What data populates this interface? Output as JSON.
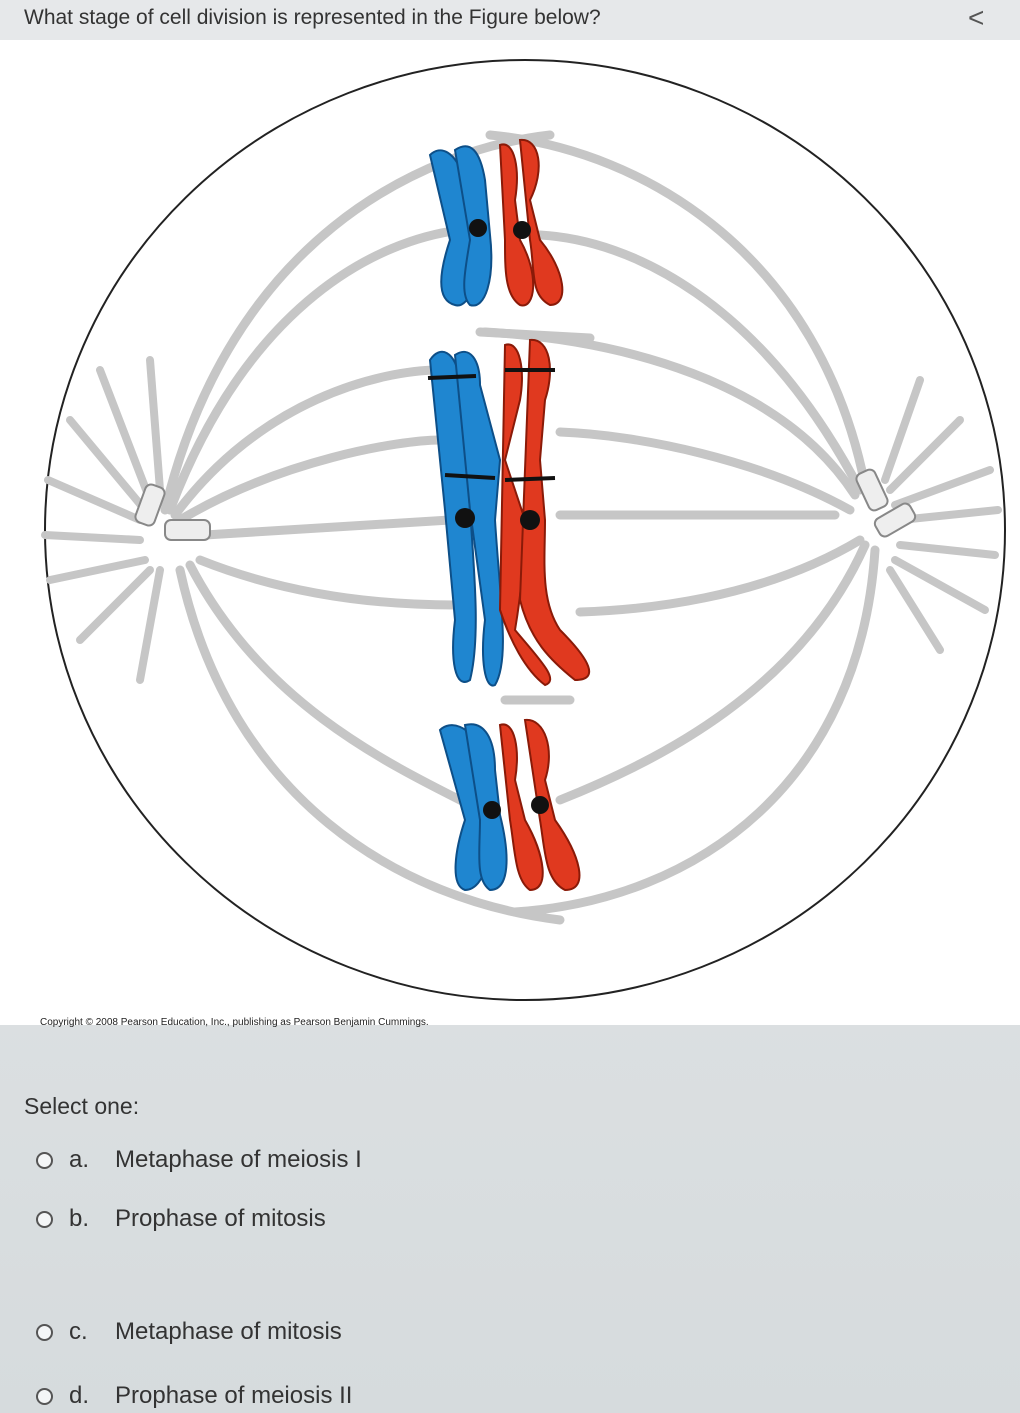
{
  "question": "What stage of cell division is represented in the Figure below?",
  "nav": {
    "back_icon": "chevron-left-icon",
    "back_glyph": "<"
  },
  "figure": {
    "copyright": "Copyright © 2008 Pearson Education, Inc., publishing as Pearson Benjamin Cummings.",
    "colors": {
      "blue": "#1f86d0",
      "red": "#e0391f",
      "spindle": "#c6c6c6",
      "membrane": "#222222"
    }
  },
  "answers": {
    "prompt": "Select one:",
    "options": [
      {
        "letter": "a.",
        "text": "Metaphase of meiosis I"
      },
      {
        "letter": "b.",
        "text": "Prophase of mitosis"
      },
      {
        "letter": "c.",
        "text": "Metaphase of mitosis"
      },
      {
        "letter": "d.",
        "text": "Prophase of meiosis II"
      }
    ]
  }
}
